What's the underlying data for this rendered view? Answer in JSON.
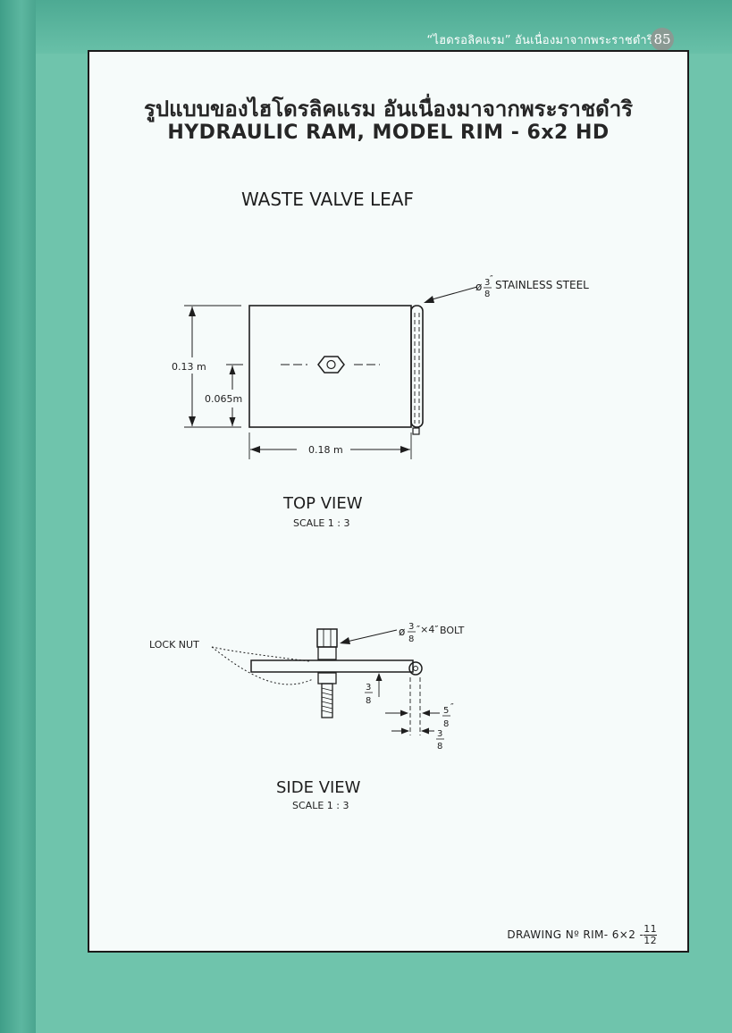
{
  "header": {
    "running_title": "“ไฮดรอลิคแรม” อันเนื่องมาจากพระราชดำริ",
    "page_number": "85"
  },
  "sheet": {
    "title_thai": "รูปแบบของไฮโดรลิคแรม อันเนื่องมาจากพระราชดำริ",
    "title_english": "HYDRAULIC RAM, MODEL RIM - 6x2 HD",
    "part_name": "WASTE  VALVE  LEAF",
    "drawing_no": {
      "prefix": "DRAWING Nº RIM- 6×2 -",
      "sheet": "11",
      "of": "12"
    }
  },
  "top_view": {
    "label": "TOP VIEW",
    "scale": "SCALE 1 : 3",
    "dim_height": "0.13 m",
    "dim_half_height": "0.065m",
    "dim_width": "0.18 m",
    "rod_callout": {
      "symbol": "ø",
      "num": "3",
      "den": "8",
      "unit": "″",
      "text": "STAINLESS  STEEL"
    }
  },
  "side_view": {
    "label": "SIDE VIEW",
    "scale": "SCALE 1 : 3",
    "lock_nut": "LOCK NUT",
    "bolt_callout": {
      "symbol": "ø",
      "num": "3",
      "den": "8",
      "size": "″×4″",
      "text": "BOLT"
    },
    "plate_thickness": {
      "num": "3",
      "den": "8"
    },
    "hole_dim": {
      "num": "5",
      "den": "8",
      "unit": "″"
    },
    "rod_dim": {
      "num": "3",
      "den": "8"
    }
  },
  "colors": {
    "page_background": "#6fc4ac",
    "sheet_background": "#f6fbfa",
    "ink": "#1e1e1e",
    "page_badge": "#8a9a93"
  }
}
